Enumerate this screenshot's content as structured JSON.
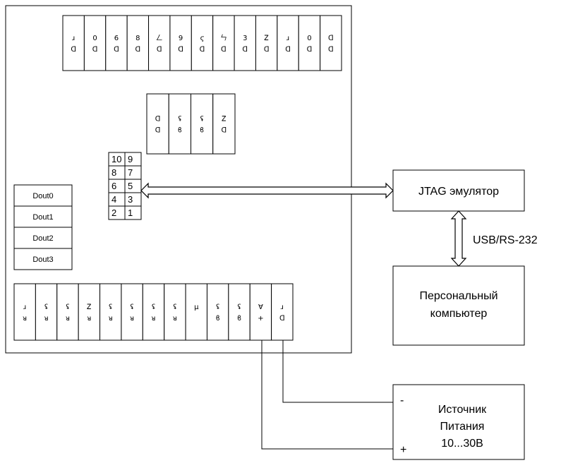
{
  "connector_top_labels": [
    "ɹ\nᗡ",
    "0\nᗡ",
    "6\nᗡ",
    "8\nᗡ",
    "ㄥ\nᗡ",
    "9\nᗡ",
    "ϛ\nᗡ",
    "ㄣ\nᗡ",
    "3\nᗡ",
    "Ꮓ\nᗡ",
    "ɹ\nᗡ",
    "0\nᗡ",
    "ᗡ\nᗡ"
  ],
  "connector_mid_labels": [
    "ᗡ\nᗡ",
    "ʢ\nϐ",
    "ʢ\nϐ",
    "Ꮓ\nᗡ"
  ],
  "connector_bottom_labels": [
    "ɹ\nᴚ",
    "ʢ\nᴚ",
    "ʢ\nᴚ",
    "Ꮓ\nᴚ",
    "ʢ\nᴚ",
    "ʢ\nᴚ",
    "ʢ\nᴚ",
    "ʢ\nᴚ",
    "μ",
    "ʢ\nϐ",
    "ʢ\nϐ",
    "Ɐ\n+",
    "ɹ\nᗡ"
  ],
  "jtag_header": {
    "rows": [
      [
        "10",
        "9"
      ],
      [
        "8",
        "7"
      ],
      [
        "6",
        "5"
      ],
      [
        "4",
        "3"
      ],
      [
        "2",
        "1"
      ]
    ]
  },
  "dout_outputs": [
    "Dout0",
    "Dout1",
    "Dout2",
    "Dout3"
  ],
  "jtag_emulator": {
    "label": "JTAG эмулятор"
  },
  "link_label": "USB/RS-232",
  "pc": {
    "line1": "Персональный",
    "line2": "компьютер"
  },
  "power_supply": {
    "minus": "-",
    "plus": "+",
    "line1": "Источник",
    "line2": "Питания",
    "line3": "10...30В"
  }
}
